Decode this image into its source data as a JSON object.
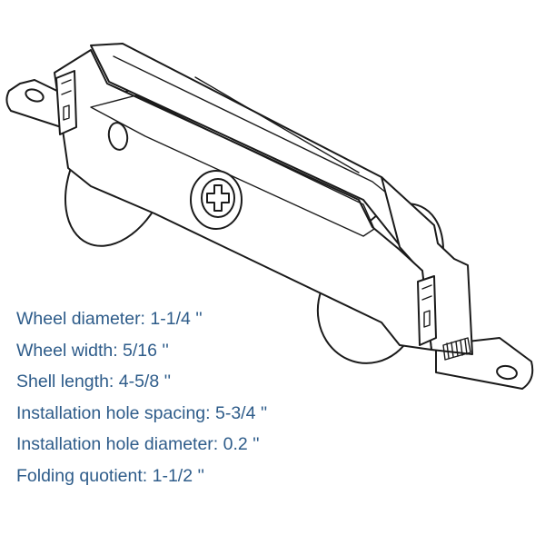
{
  "colors": {
    "spec_text": "#2e5c8a",
    "line_art": "#1a1a1a",
    "background": "#ffffff"
  },
  "illustration": {
    "icon": "sliding-door-roller-assembly-icon"
  },
  "specs": [
    {
      "text": "Wheel diameter: 1-1/4 ''"
    },
    {
      "text": "Wheel width: 5/16 ''"
    },
    {
      "text": "Shell length: 4-5/8 ''"
    },
    {
      "text": "Installation hole spacing: 5-3/4 ''"
    },
    {
      "text": "Installation hole diameter: 0.2 ''"
    },
    {
      "text": "Folding quotient: 1-1/2 ''"
    }
  ]
}
